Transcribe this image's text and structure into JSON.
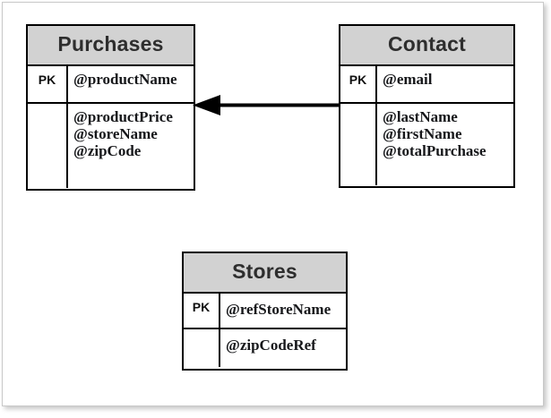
{
  "diagram": {
    "type": "entity-relationship-diagram",
    "canvas_background": "#ffffff",
    "header_fill": "#d2d2d2",
    "border_color": "#000000",
    "entities": [
      {
        "name": "Purchases",
        "key_label": "PK",
        "primary_key": "@productName",
        "attributes": [
          "@productPrice",
          "@storeName",
          "@zipCode"
        ]
      },
      {
        "name": "Contact",
        "key_label": "PK",
        "primary_key": "@email",
        "attributes": [
          "@lastName",
          "@firstName",
          "@totalPurchase"
        ]
      },
      {
        "name": "Stores",
        "key_label": "PK",
        "primary_key": "@refStoreName",
        "attributes": [
          "@zipCodeRef"
        ]
      }
    ],
    "relationships": [
      {
        "from": "Contact",
        "to": "Purchases",
        "direction": "left",
        "style": "solid-line-with-filled-arrowhead",
        "label": ""
      }
    ]
  }
}
